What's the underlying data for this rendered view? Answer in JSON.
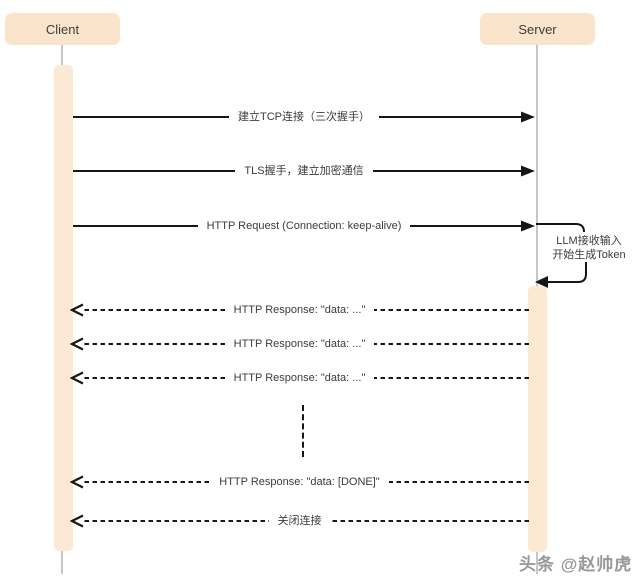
{
  "actors": {
    "client": "Client",
    "server": "Server"
  },
  "messages": {
    "tcp": "建立TCP连接（三次握手）",
    "tls": "TLS握手，建立加密通信",
    "http_request": "HTTP Request (Connection: keep-alive)",
    "response1": "HTTP Response: \"data: ...\"",
    "response2": "HTTP Response: \"data: ...\"",
    "response3": "HTTP Response: \"data: ...\"",
    "response_done": "HTTP Response: \"data: [DONE]\"",
    "close": "关闭连接"
  },
  "self_note": {
    "line1": "LLM接收输入",
    "line2": "开始生成Token"
  },
  "watermark": "头条 @赵帅虎",
  "colors": {
    "actor_fill": "#fbe4cc",
    "activation_fill": "#fce9d4",
    "lifeline": "#c6c6c8",
    "arrow": "#161616",
    "label_text": "#3b3b3b",
    "watermark_text": "#98989a"
  }
}
